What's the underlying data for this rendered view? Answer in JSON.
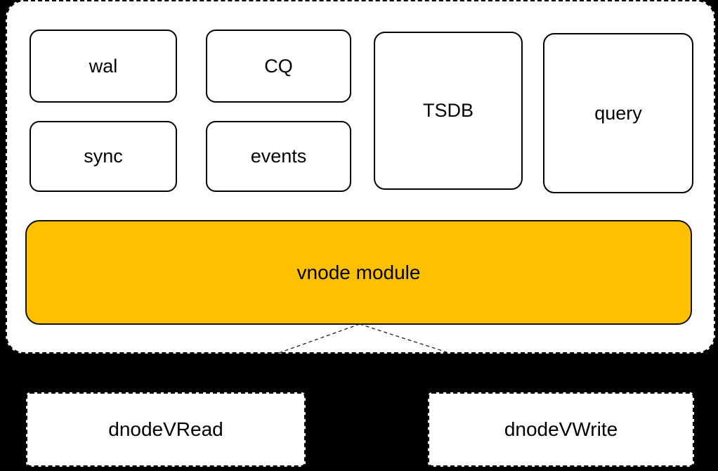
{
  "diagram": {
    "group": {
      "modules": [
        {
          "id": "wal",
          "label": "wal"
        },
        {
          "id": "cq",
          "label": "CQ"
        },
        {
          "id": "sync",
          "label": "sync"
        },
        {
          "id": "events",
          "label": "events"
        },
        {
          "id": "tsdb",
          "label": "TSDB"
        },
        {
          "id": "query",
          "label": "query"
        }
      ],
      "bus": {
        "label": "vnode module"
      }
    },
    "external_nodes": [
      {
        "id": "dnode-vread",
        "label": "dnodeVRead"
      },
      {
        "id": "dnode-vwrite",
        "label": "dnodeVWrite"
      }
    ],
    "colors": {
      "background": "#000000",
      "node_fill": "#FFFFFF",
      "node_border": "#000000",
      "bus_fill": "#FFC000",
      "text": "#000000",
      "connector": "#222222"
    }
  }
}
